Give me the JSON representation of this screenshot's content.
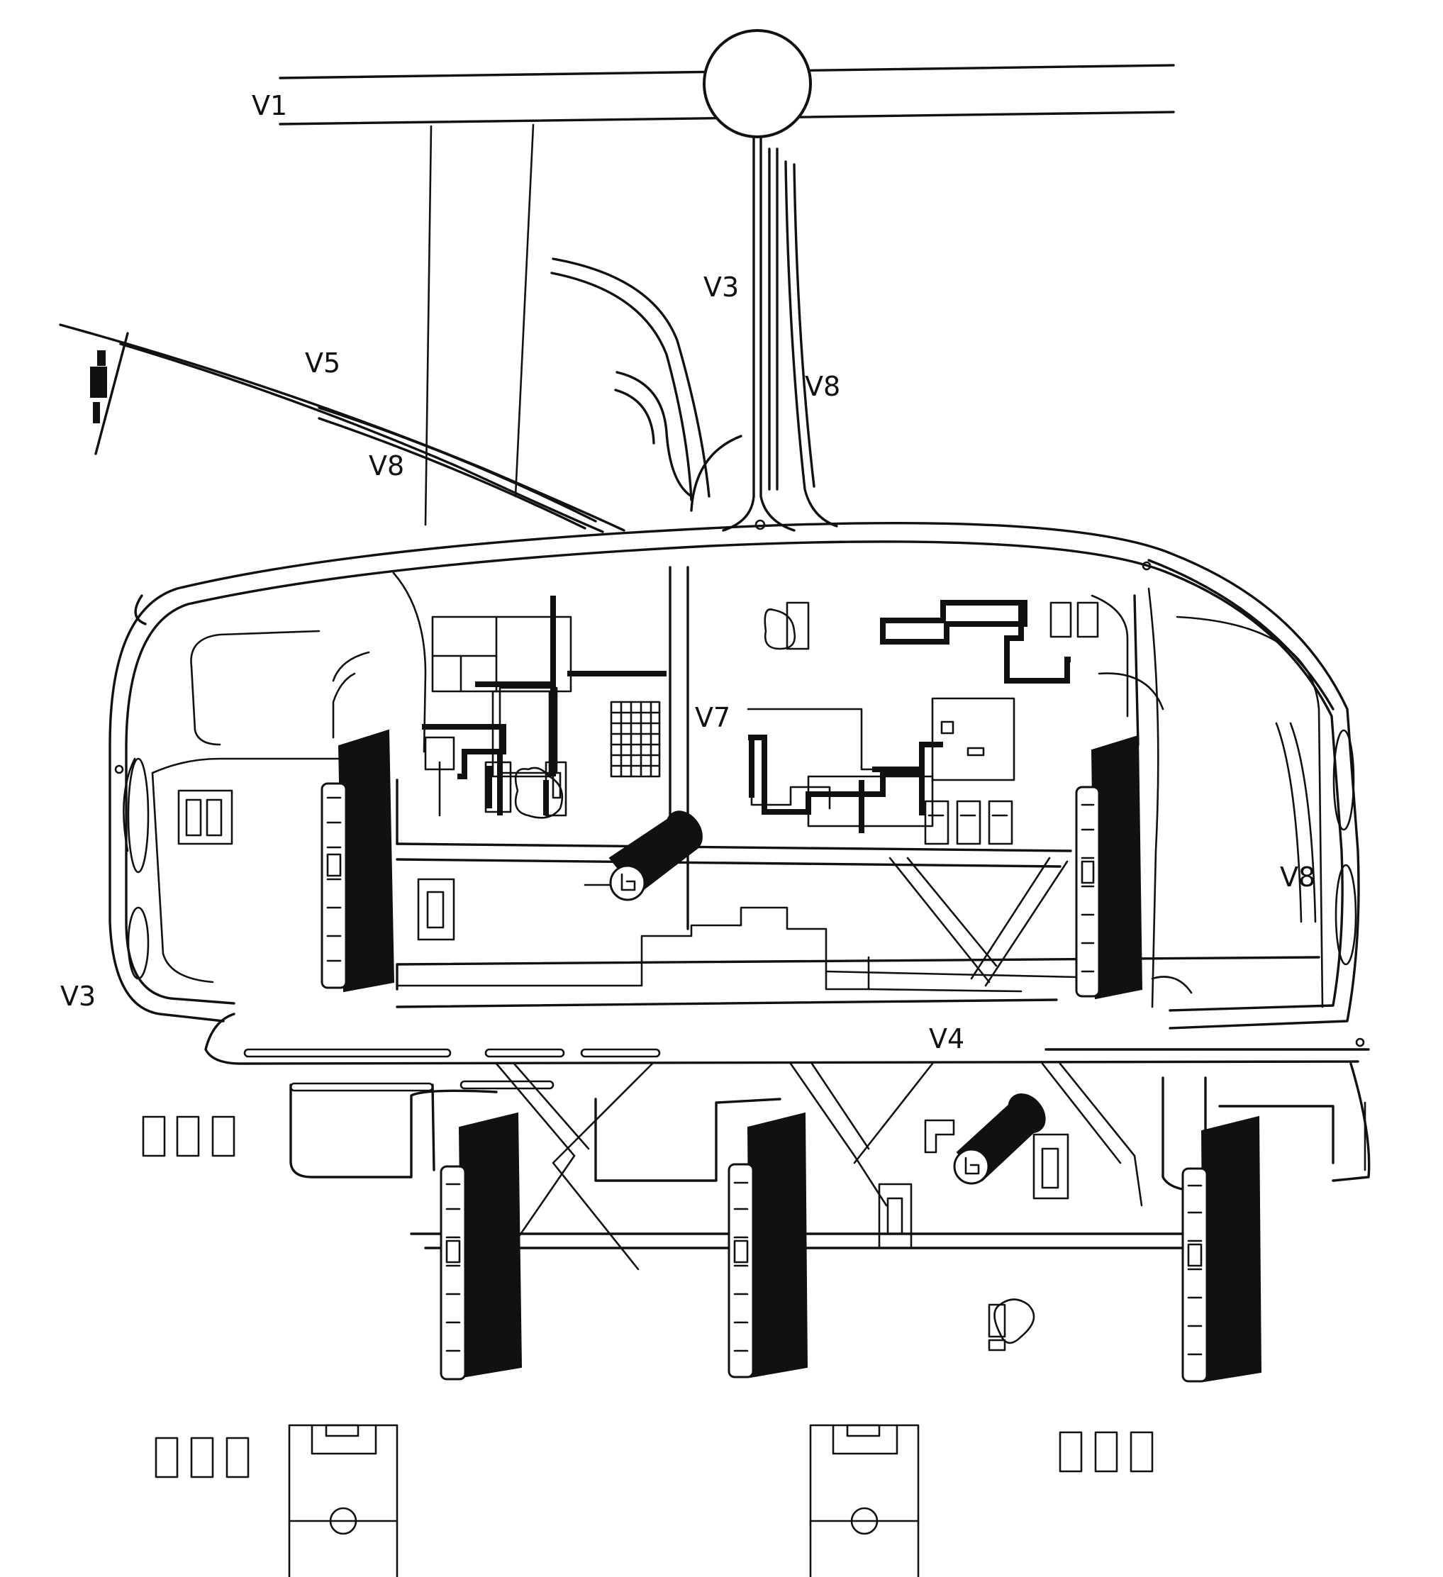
{
  "map": {
    "road_labels": {
      "v1": "V1",
      "v3_north": "V3",
      "v5": "V5",
      "v8_west": "V8",
      "v8_north": "V8",
      "v7": "V7",
      "v8_east": "V8",
      "v3_west": "V3",
      "v4": "V4"
    },
    "colors": {
      "ink": "#111111",
      "paper": "#ffffff"
    }
  }
}
